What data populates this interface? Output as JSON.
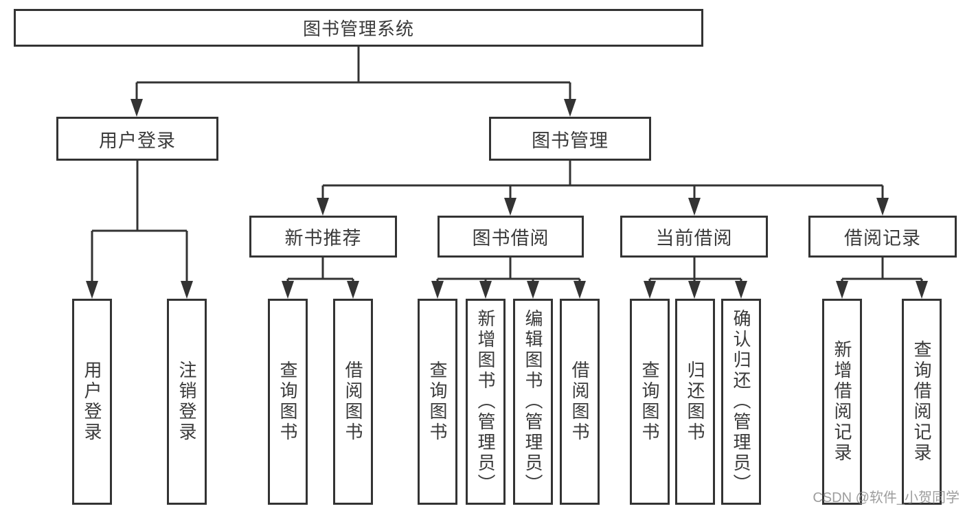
{
  "diagram": {
    "root": {
      "label": "图书管理系统"
    },
    "branches": {
      "user_login": {
        "label": "用户登录",
        "children": [
          "用户登录",
          "注销登录"
        ]
      },
      "book_management": {
        "label": "图书管理",
        "sections": {
          "new_book_recommend": {
            "label": "新书推荐",
            "children": [
              "查询图书",
              "借阅图书"
            ]
          },
          "book_borrow": {
            "label": "图书借阅",
            "children": [
              "查询图书",
              "新增图书（管理员）",
              "编辑图书（管理员）",
              "借阅图书"
            ]
          },
          "current_borrow": {
            "label": "当前借阅",
            "children": [
              "查询图书",
              "归还图书",
              "确认归还（管理员）"
            ]
          },
          "borrow_records": {
            "label": "借阅记录",
            "children": [
              "新增借阅记录",
              "查询借阅记录"
            ]
          }
        }
      }
    }
  },
  "watermark": {
    "text": "CSDN @软件_小贺同学"
  },
  "colors": {
    "line": "#333333",
    "text": "#3a3a3a",
    "background": "#ffffff",
    "watermark": "#8c8c8c"
  }
}
